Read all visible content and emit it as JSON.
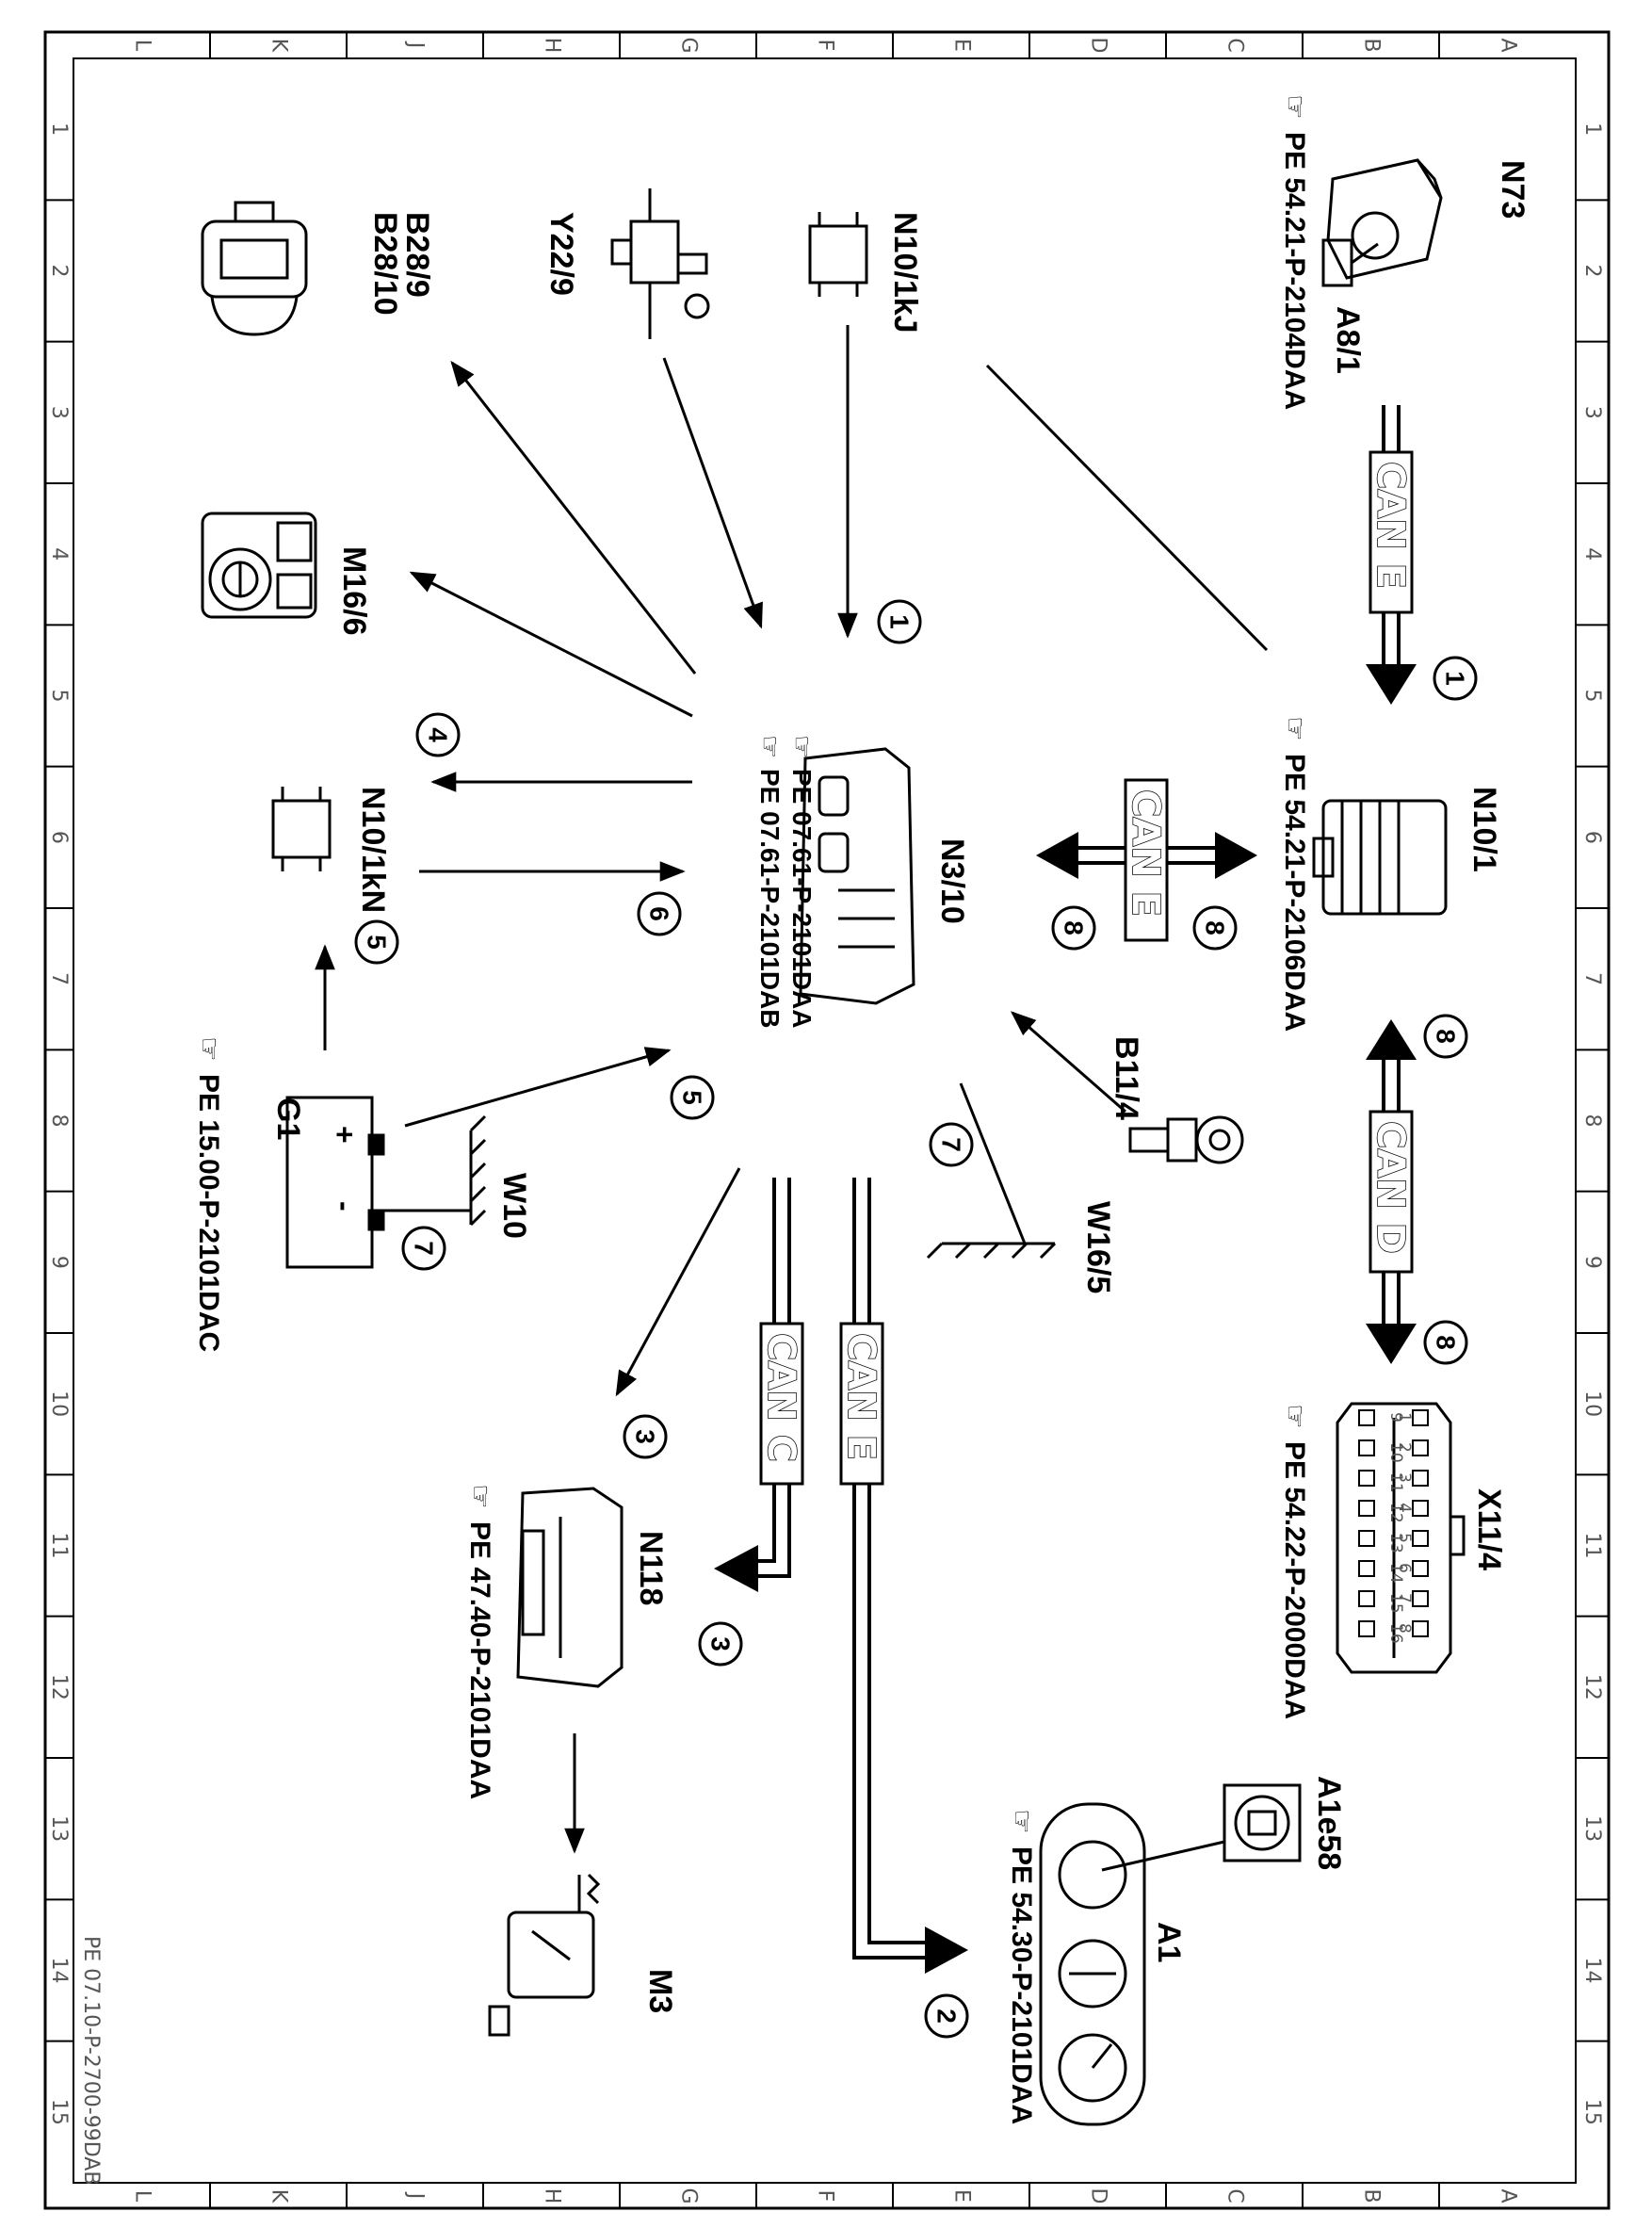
{
  "grid": {
    "letters": [
      "L",
      "K",
      "J",
      "H",
      "G",
      "F",
      "E",
      "D",
      "C",
      "B",
      "A"
    ],
    "numbers": [
      "1",
      "2",
      "3",
      "4",
      "5",
      "6",
      "7",
      "8",
      "9",
      "10",
      "11",
      "12",
      "13",
      "14",
      "15"
    ]
  },
  "doc_id": "PE 07.10-P-2700-99DAB",
  "components": {
    "n73": "N73",
    "a8_1": "A8/1",
    "ref_n73": "PE 54.21-P-2104DAA",
    "n10_1kj": "N10/1kJ",
    "y22_9": "Y22/9",
    "b28_9": "B28/9",
    "b28_10": "B28/10",
    "m16_6": "M16/6",
    "n10_1kn": "N10/1kN",
    "n3_10": "N3/10",
    "ref_n3_10_a": "PE 07.61-P-2101DAA",
    "ref_n3_10_b": "PE 07.61-P-2101DAB",
    "n10_1": "N10/1",
    "ref_n10_1": "PE 54.21-P-2106DAA",
    "b11_4": "B11/4",
    "w16_5": "W16/5",
    "g1": "G1",
    "ref_g1": "PE 15.00-P-2101DAC",
    "w10": "W10",
    "plus": "+",
    "minus": "-",
    "x11_4": "X11/4",
    "ref_x11_4": "PE 54.22-P-2000DAA",
    "n118": "N118",
    "ref_n118": "PE 47.40-P-2101DAA",
    "m3": "M3",
    "a1": "A1",
    "a1e58": "A1e58",
    "ref_a1": "PE 54.30-P-2101DAA"
  },
  "buses": {
    "can_e": "CAN E",
    "can_d": "CAN D",
    "can_c": "CAN C"
  },
  "obd_pins_top": [
    "1",
    "2",
    "3",
    "4",
    "5",
    "6",
    "7",
    "8"
  ],
  "obd_pins_bottom": [
    "9",
    "10",
    "11",
    "12",
    "13",
    "14",
    "15",
    "16"
  ],
  "circle_numbers": {
    "c1a": "1",
    "c1b": "1",
    "c4": "4",
    "c6": "6",
    "c5a": "5",
    "c5b": "5",
    "c7a": "7",
    "c7b": "7",
    "c8a": "8",
    "c8b": "8",
    "c8c": "8",
    "c8d": "8",
    "c3a": "3",
    "c3b": "3",
    "c2": "2"
  }
}
